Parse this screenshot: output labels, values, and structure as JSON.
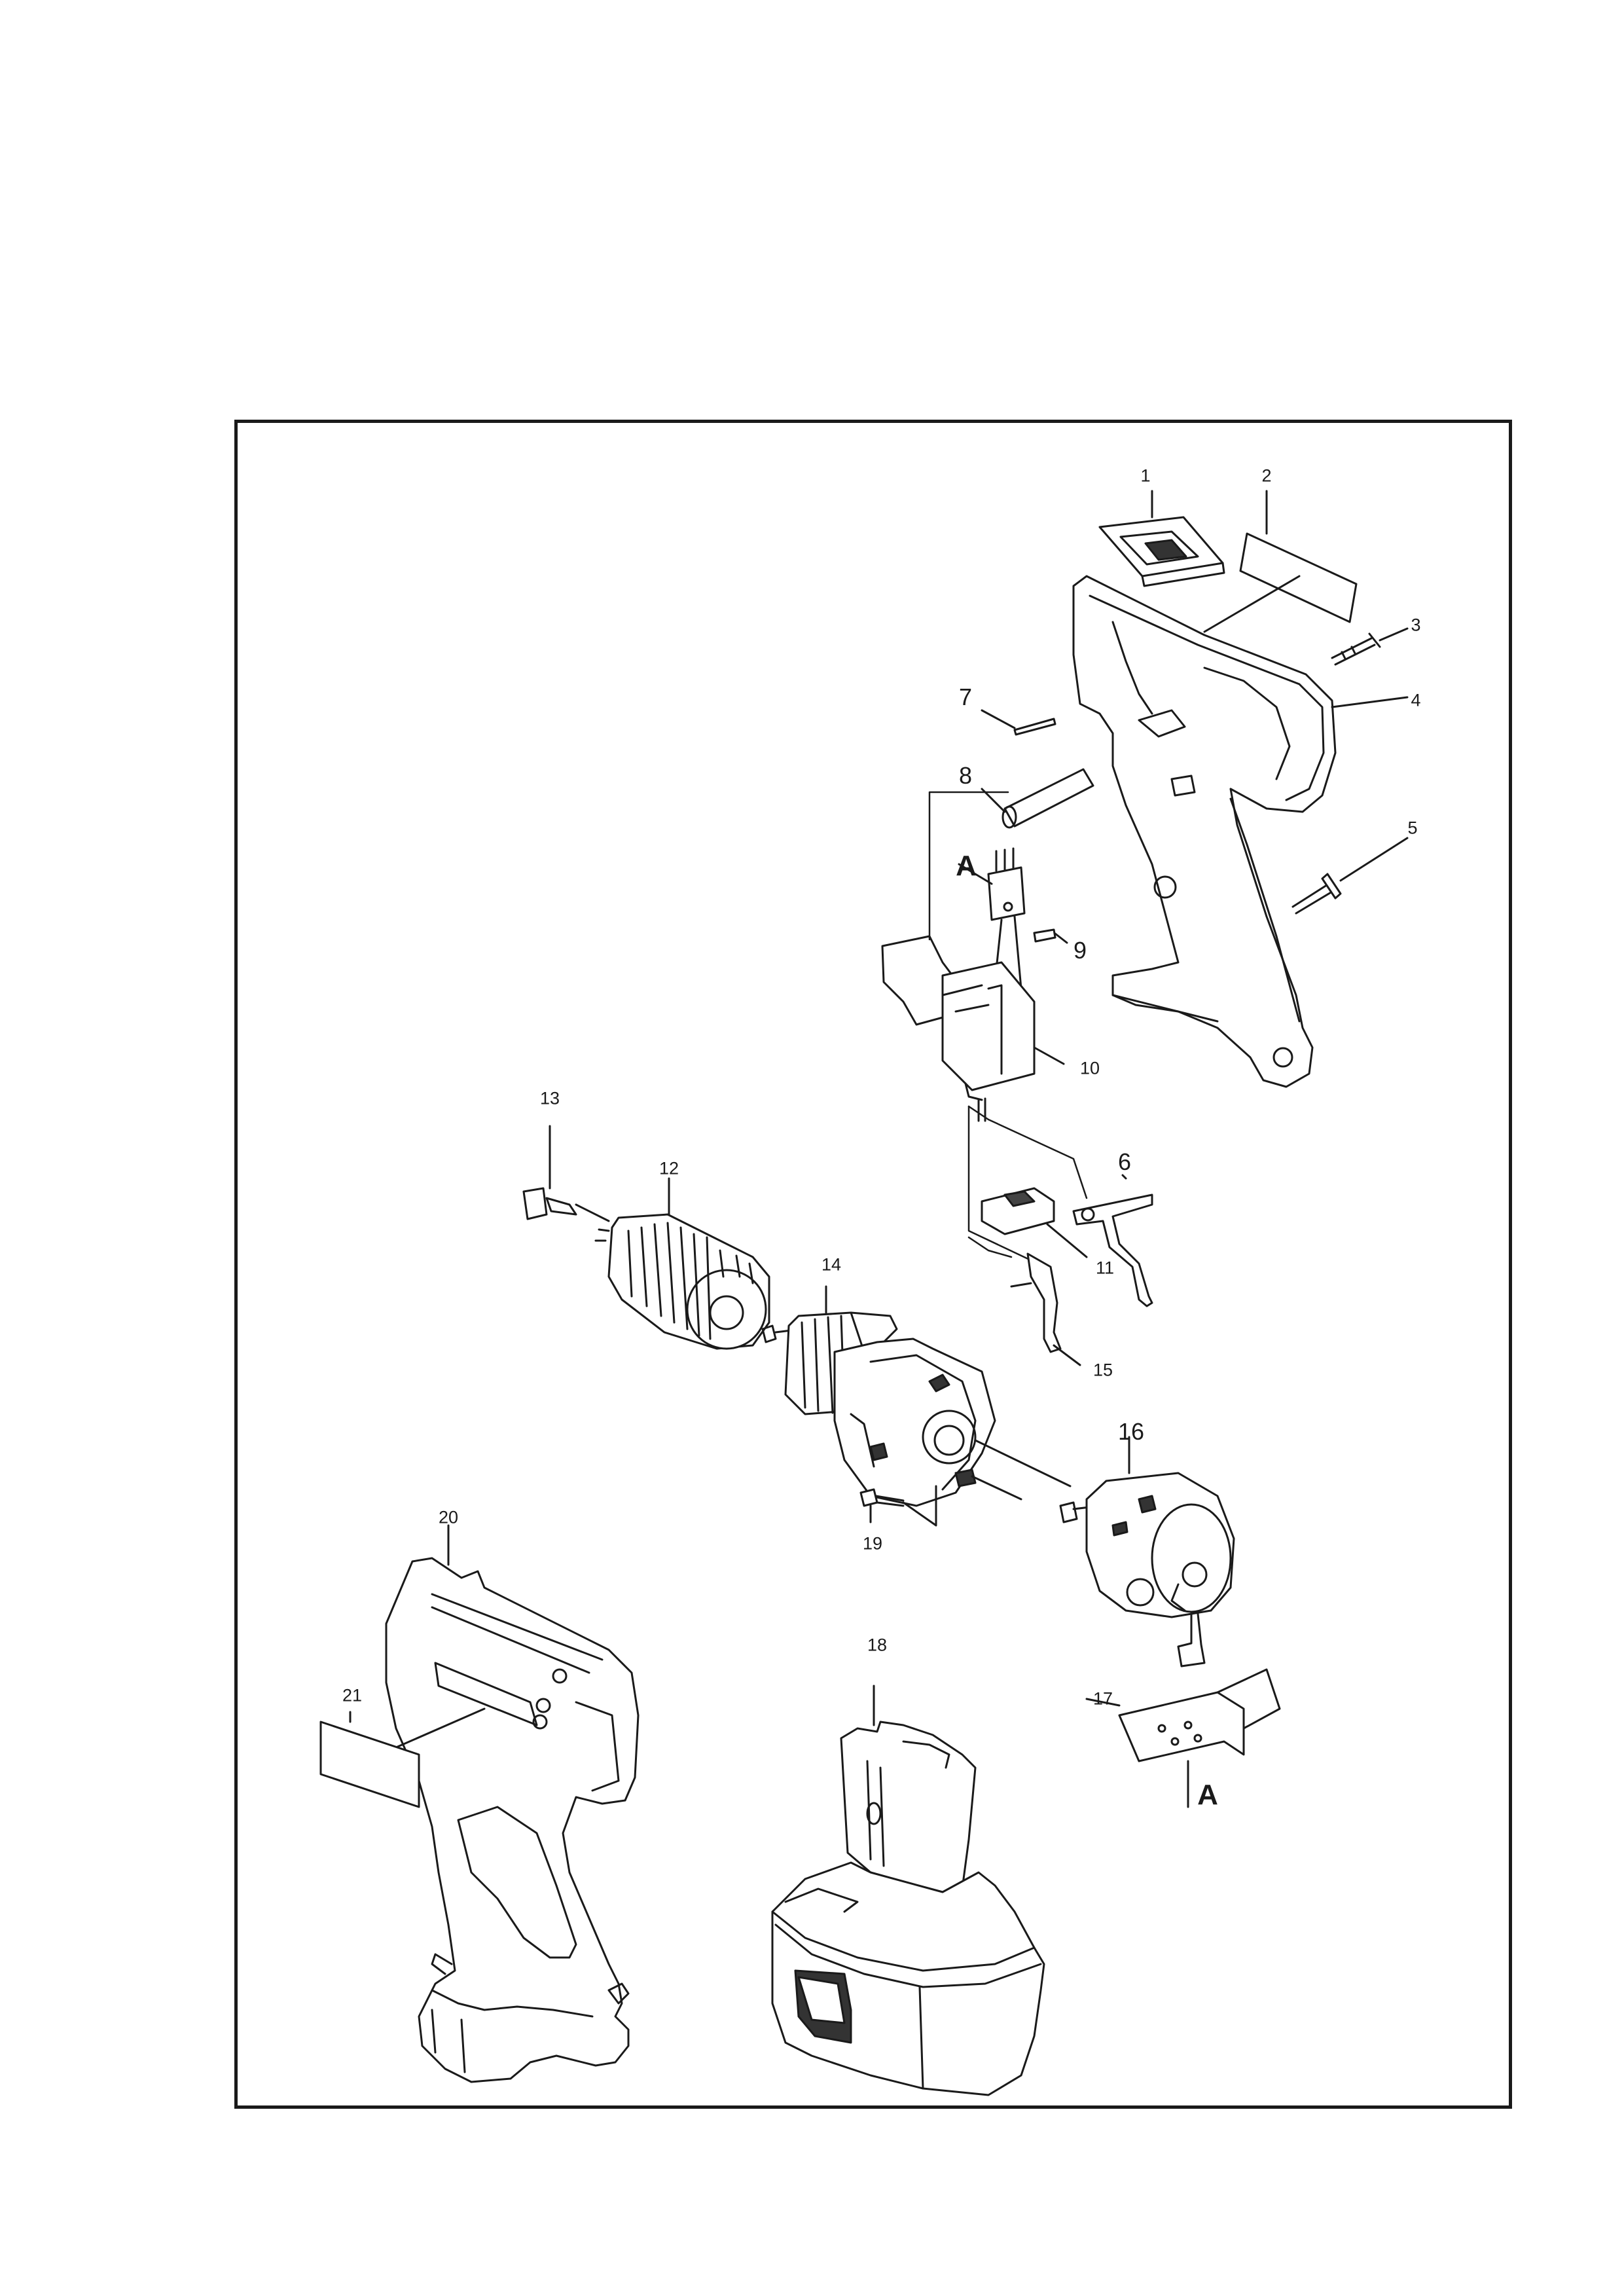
{
  "diagram": {
    "part_labels": [
      "1",
      "2",
      "3",
      "4",
      "5",
      "6",
      "7",
      "8",
      "9",
      "10",
      "11",
      "12",
      "13",
      "14",
      "15",
      "16",
      "17",
      "18",
      "19",
      "20",
      "21"
    ],
    "callouts": [
      "A",
      "A"
    ]
  },
  "colors": {
    "ink": "#1a1a1a",
    "paper": "#ffffff",
    "shade": "#555555"
  }
}
